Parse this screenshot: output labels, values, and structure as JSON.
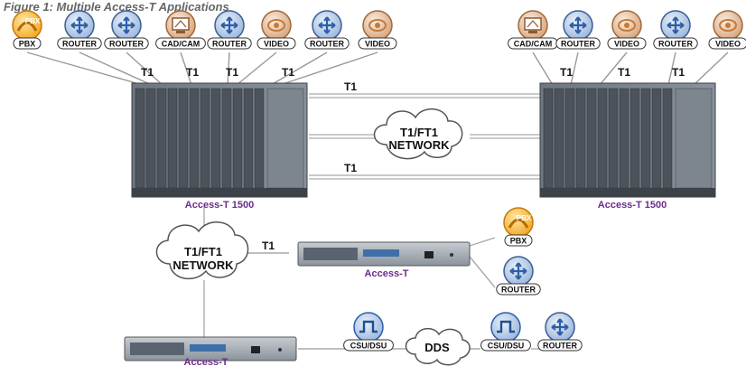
{
  "heading": "Figure 1: Multiple Access-T Applications",
  "left_chassis": {
    "caption": "Access-T 1500",
    "devices": [
      {
        "label": "PBX",
        "icon": "pbx"
      },
      {
        "label": "ROUTER",
        "icon": "router"
      },
      {
        "label": "ROUTER",
        "icon": "router"
      },
      {
        "label": "CAD/CAM",
        "icon": "cadcam"
      },
      {
        "label": "ROUTER",
        "icon": "router"
      },
      {
        "label": "VIDEO",
        "icon": "video"
      },
      {
        "label": "ROUTER",
        "icon": "router"
      },
      {
        "label": "VIDEO",
        "icon": "video"
      }
    ],
    "link_labels": [
      "T1",
      "T1",
      "T1",
      "T1"
    ]
  },
  "right_chassis": {
    "caption": "Access-T 1500",
    "devices": [
      {
        "label": "CAD/CAM",
        "icon": "cadcam"
      },
      {
        "label": "ROUTER",
        "icon": "router"
      },
      {
        "label": "VIDEO",
        "icon": "video"
      },
      {
        "label": "ROUTER",
        "icon": "router"
      },
      {
        "label": "VIDEO",
        "icon": "video"
      }
    ],
    "link_labels": [
      "T1",
      "T1",
      "T1"
    ]
  },
  "trunk_labels": [
    "T1",
    "T1"
  ],
  "cloud_top": {
    "line1": "T1/FT1",
    "line2": "NETWORK"
  },
  "cloud_mid": {
    "line1": "T1/FT1",
    "line2": "NETWORK"
  },
  "mid_link_label": "T1",
  "mid_unit": {
    "caption": "Access-T",
    "devices": [
      {
        "label": "PBX",
        "icon": "pbx"
      },
      {
        "label": "ROUTER",
        "icon": "router"
      }
    ]
  },
  "bottom_unit": {
    "caption": "Access-T"
  },
  "bottom_chain": [
    {
      "label": "CSU/DSU",
      "icon": "csudsu"
    },
    {
      "label": "DDS",
      "icon": "cloud"
    },
    {
      "label": "CSU/DSU",
      "icon": "csudsu"
    },
    {
      "label": "ROUTER",
      "icon": "router"
    }
  ],
  "colors": {
    "router_icon": "#2c5fa8",
    "video_icon": "#c47a3a",
    "pbx_icon": "#f0a020",
    "caption": "#6b2d8a"
  }
}
